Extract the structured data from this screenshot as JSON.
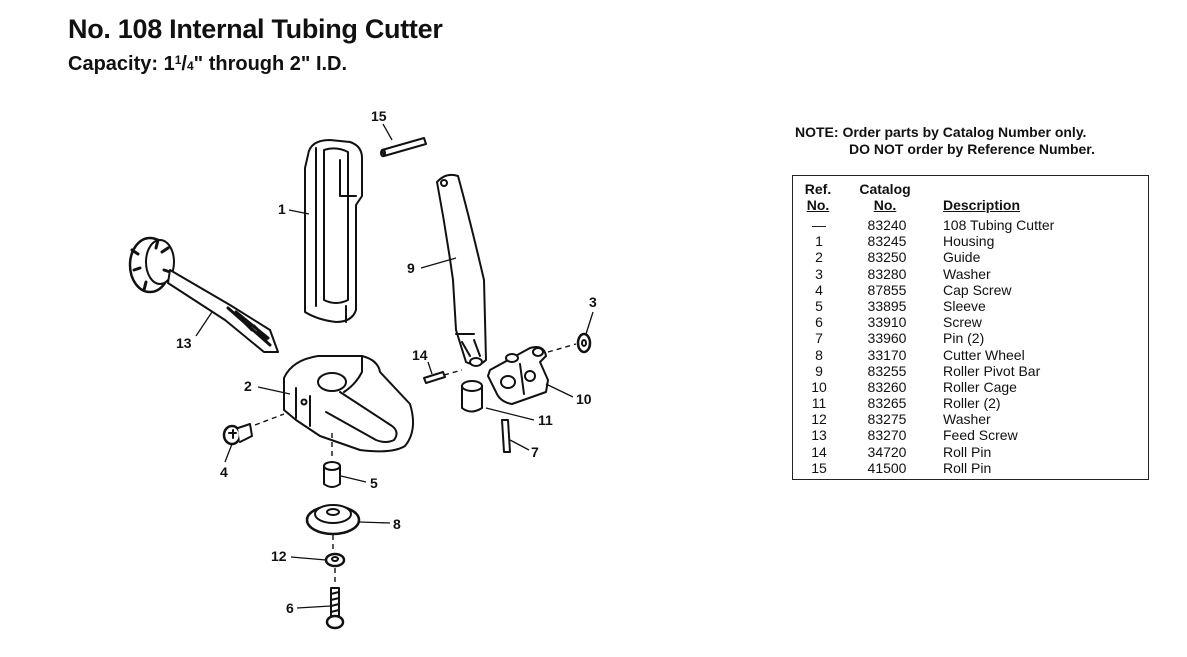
{
  "header": {
    "title": "No. 108 Internal Tubing Cutter",
    "capacity_prefix": "Capacity: 1",
    "capacity_num": "1",
    "capacity_slash": "/",
    "capacity_den": "4",
    "capacity_suffix": "\" through 2\" I.D."
  },
  "note": {
    "line1": "NOTE: Order parts by Catalog Number only.",
    "line2": "DO NOT order by Reference Number."
  },
  "table": {
    "headers": {
      "ref_top": "Ref.",
      "ref_bottom": "No.",
      "cat_top": "Catalog",
      "cat_bottom": "No.",
      "desc": "Description"
    },
    "rows": [
      {
        "ref": "—",
        "catalog": "83240",
        "description": "108 Tubing Cutter"
      },
      {
        "ref": "1",
        "catalog": "83245",
        "description": "Housing"
      },
      {
        "ref": "2",
        "catalog": "83250",
        "description": "Guide"
      },
      {
        "ref": "3",
        "catalog": "83280",
        "description": "Washer"
      },
      {
        "ref": "4",
        "catalog": "87855",
        "description": "Cap Screw"
      },
      {
        "ref": "5",
        "catalog": "33895",
        "description": "Sleeve"
      },
      {
        "ref": "6",
        "catalog": "33910",
        "description": "Screw"
      },
      {
        "ref": "7",
        "catalog": "33960",
        "description": "Pin (2)"
      },
      {
        "ref": "8",
        "catalog": "33170",
        "description": "Cutter Wheel"
      },
      {
        "ref": "9",
        "catalog": "83255",
        "description": "Roller Pivot Bar"
      },
      {
        "ref": "10",
        "catalog": "83260",
        "description": "Roller Cage"
      },
      {
        "ref": "11",
        "catalog": "83265",
        "description": "Roller (2)"
      },
      {
        "ref": "12",
        "catalog": "83275",
        "description": "Washer"
      },
      {
        "ref": "13",
        "catalog": "83270",
        "description": "Feed Screw"
      },
      {
        "ref": "14",
        "catalog": "34720",
        "description": "Roll Pin"
      },
      {
        "ref": "15",
        "catalog": "41500",
        "description": "Roll Pin"
      }
    ]
  },
  "callouts": {
    "c1": "1",
    "c2": "2",
    "c3": "3",
    "c4": "4",
    "c5": "5",
    "c6": "6",
    "c7": "7",
    "c8": "8",
    "c9": "9",
    "c10": "10",
    "c11": "11",
    "c12": "12",
    "c13": "13",
    "c14": "14",
    "c15": "15"
  }
}
